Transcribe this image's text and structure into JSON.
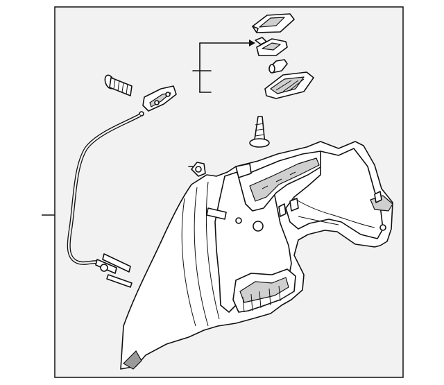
{
  "diagram": {
    "frame_fill": "#f2f2f2",
    "line_color": "#111111",
    "parts": [
      {
        "id": "trim-cover-cap",
        "icon": "cover-cap-icon"
      },
      {
        "id": "clip-bracket",
        "icon": "clip-icon"
      },
      {
        "id": "bulb",
        "icon": "bulb-icon"
      },
      {
        "id": "cargo-lamp-lens",
        "icon": "lamp-lens-icon"
      },
      {
        "id": "screw-bolt",
        "icon": "bolt-icon"
      },
      {
        "id": "release-lever-bracket",
        "icon": "lever-bracket-icon"
      },
      {
        "id": "release-cable",
        "icon": "cable-icon"
      },
      {
        "id": "push-pin",
        "icon": "push-pin-icon"
      },
      {
        "id": "trim-panel-fastener",
        "icon": "fastener-icon"
      },
      {
        "id": "quarter-trim-panel",
        "icon": "trim-panel-icon"
      }
    ]
  }
}
